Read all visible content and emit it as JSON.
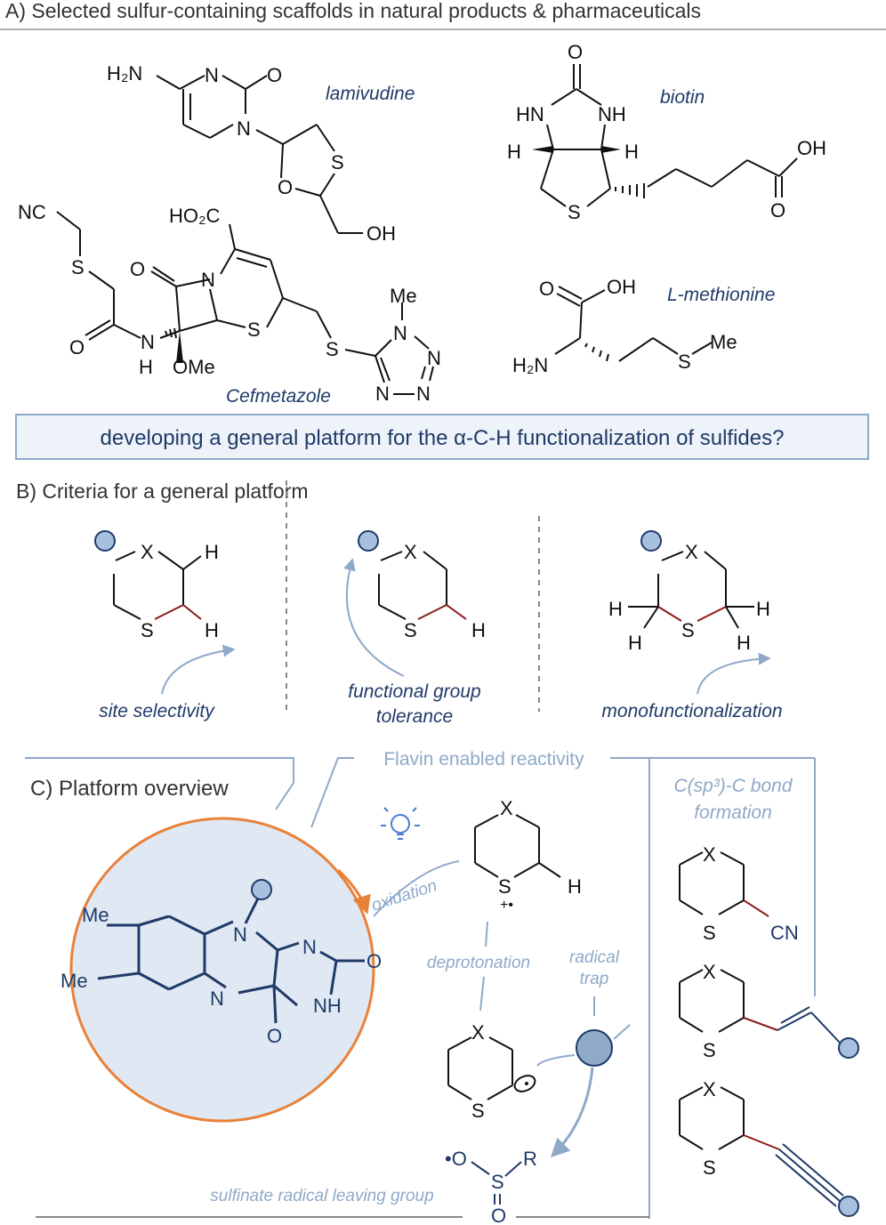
{
  "section_a": {
    "title": "A) Selected sulfur-containing scaffolds in natural products & pharmaceuticals",
    "names": {
      "lamivudine": "lamivudine",
      "biotin": "biotin",
      "methionine": "L-methionine",
      "cefmetazole": "Cefmetazole"
    },
    "question": "developing a general platform for the α-C-H functionalization of sulfides?"
  },
  "section_b": {
    "title": "B) Criteria for a general platform",
    "criteria": [
      "site selectivity",
      "functional group",
      "tolerance",
      "monofunctionalization"
    ]
  },
  "section_c": {
    "title": "C) Platform overview",
    "flavin_header": "Flavin enabled reactivity",
    "bond_header_1": "C(sp³)-C bond",
    "bond_header_2": "formation",
    "oxidation": "oxidation",
    "deprotonation": "deprotonation",
    "radical_trap_1": "radical",
    "radical_trap_2": "trap",
    "leaving_group": "sulfinate radical leaving group",
    "cn": "CN",
    "r": "R"
  },
  "atoms": {
    "S": "S",
    "X": "X",
    "H": "H",
    "N": "N",
    "O": "O",
    "NH": "NH",
    "HN": "HN",
    "OH": "OH",
    "Me": "Me",
    "NC": "NC",
    "OMe": "OMe",
    "H2N": "H₂N",
    "HO2C": "HO₂C"
  },
  "colors": {
    "navy": "#1f3a68",
    "blue_gray": "#8fa9c8",
    "orange": "#e8823a",
    "dark_red": "#8b1a1a",
    "circle_fill": "#dfe8f3",
    "box_fill": "#eef3f9",
    "ball": "#a8c0e0"
  }
}
